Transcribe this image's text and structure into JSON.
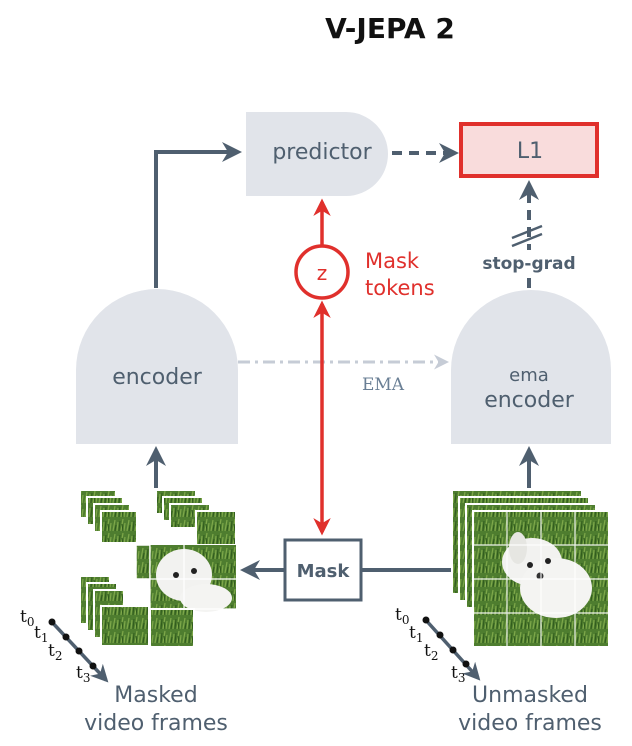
{
  "title": "V-JEPA 2",
  "nodes": {
    "predictor": "predictor",
    "loss": "L1",
    "encoder": "encoder",
    "ema_encoder_line1": "ema",
    "ema_encoder_line2": "encoder",
    "mask": "Mask",
    "z": "z"
  },
  "annotations": {
    "mask_tokens_line1": "Mask",
    "mask_tokens_line2": "tokens",
    "stop_grad": "stop-grad",
    "ema": "EMA"
  },
  "inputs": {
    "masked_line1": "Masked",
    "masked_line2": "video frames",
    "unmasked_line1": "Unmasked",
    "unmasked_line2": "video frames"
  },
  "time_labels": [
    "t0",
    "t1",
    "t2",
    "t3"
  ],
  "colors": {
    "node_fill": "#e1e4ea",
    "arrow": "#4f5f6f",
    "accent_red": "#e0302c",
    "loss_fill": "#f9dcdc",
    "grass": "#4e7d2f",
    "dog": "#f2f2f0"
  }
}
